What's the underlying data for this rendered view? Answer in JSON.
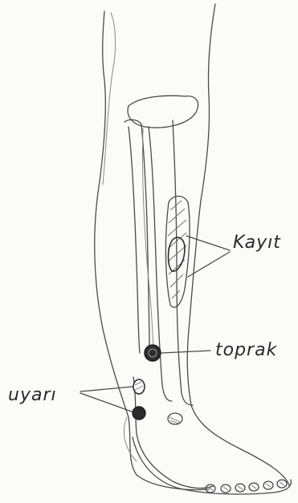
{
  "labels": {
    "kayit": "Kayıt",
    "toprak": "toprak",
    "uyari": "uyarı"
  }
}
